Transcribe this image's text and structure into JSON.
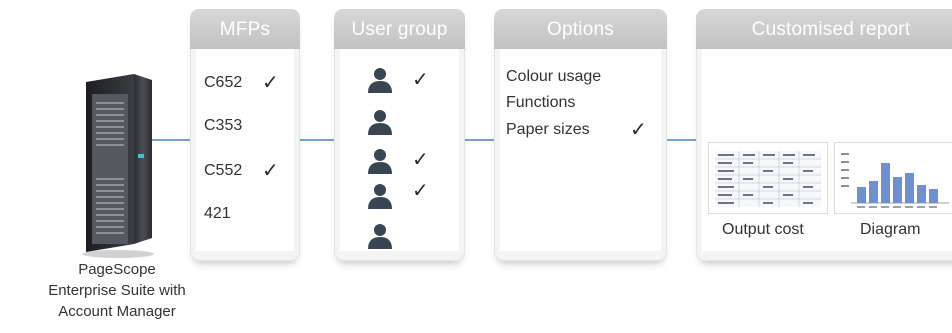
{
  "server": {
    "label_lines": [
      "PageScope",
      "Enterprise Suite with",
      "Account Manager"
    ]
  },
  "panels": {
    "mfps": {
      "title": "MFPs",
      "items": [
        {
          "label": "C652",
          "checked": true
        },
        {
          "label": "C353",
          "checked": false
        },
        {
          "label": "C552",
          "checked": true
        },
        {
          "label": "421",
          "checked": false
        }
      ]
    },
    "user_group": {
      "title": "User group",
      "users": [
        {
          "icon": "user-icon",
          "checked": true
        },
        {
          "icon": "user-icon",
          "checked": false
        },
        {
          "icon": "user-icon",
          "checked": true
        },
        {
          "icon": "user-icon",
          "checked": true
        },
        {
          "icon": "user-icon",
          "checked": false
        }
      ]
    },
    "options": {
      "title": "Options",
      "items": [
        {
          "label": "Colour usage",
          "checked": false
        },
        {
          "label": "Functions",
          "checked": false
        },
        {
          "label": "Paper sizes",
          "checked": true
        }
      ]
    },
    "report": {
      "title": "Customised report",
      "output_cost_caption": "Output cost",
      "diagram_caption": "Diagram"
    }
  },
  "check_glyph": "✓",
  "colors": {
    "header": "#c8c8c8",
    "connector": "#7d9fd2",
    "bar": "#6e8fd0"
  }
}
